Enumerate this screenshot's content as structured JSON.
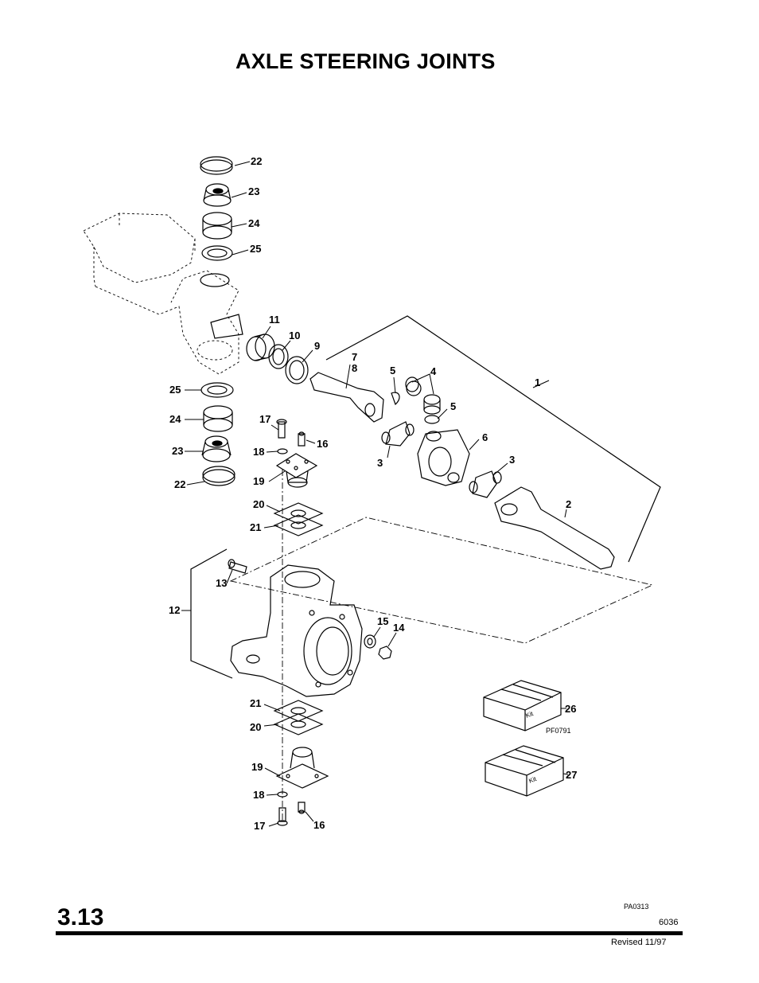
{
  "title": "AXLE STEERING JOINTS",
  "footer": {
    "section": "3.13",
    "drawing_code": "PA0313",
    "page_number": "6036",
    "revised": "Revised 11/97"
  },
  "kit_code": "PF0791",
  "kit_label": "Kit",
  "callouts": [
    "1",
    "2",
    "3",
    "3",
    "4",
    "5",
    "5",
    "6",
    "7",
    "8",
    "9",
    "10",
    "11",
    "12",
    "13",
    "14",
    "15",
    "16",
    "16",
    "17",
    "17",
    "18",
    "18",
    "19",
    "19",
    "20",
    "20",
    "21",
    "21",
    "22",
    "22",
    "23",
    "23",
    "24",
    "24",
    "25",
    "25",
    "26",
    "27"
  ]
}
